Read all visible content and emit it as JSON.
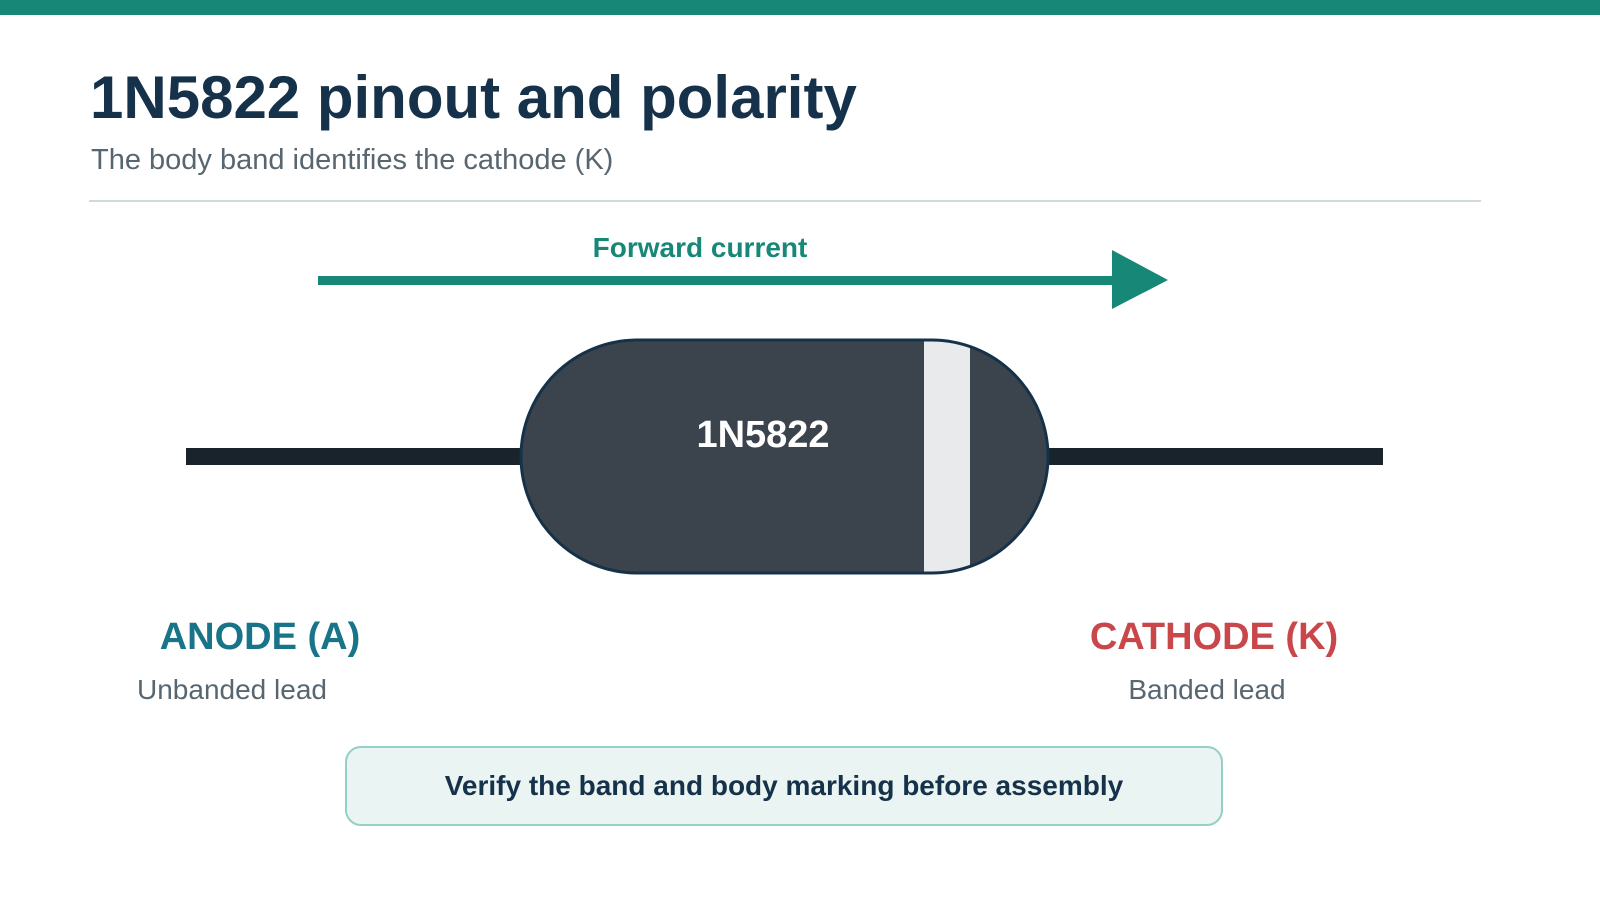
{
  "header": {
    "title": "1N5822 pinout and polarity",
    "subtitle": "The body band identifies the cathode (K)"
  },
  "diagram": {
    "current_label": "Forward current",
    "body_marking": "1N5822",
    "anode": {
      "label": "ANODE (A)",
      "description": "Unbanded lead"
    },
    "cathode": {
      "label": "CATHODE (K)",
      "description": "Banded lead"
    }
  },
  "note": {
    "text": "Verify the band and body marking before assembly"
  },
  "colors": {
    "accent": "#178878",
    "title": "#16324a",
    "anode": "#187488",
    "cathode": "#c9474a",
    "diode_body": "#3b444c",
    "band": "#e8eaec",
    "lead": "#19232b"
  }
}
